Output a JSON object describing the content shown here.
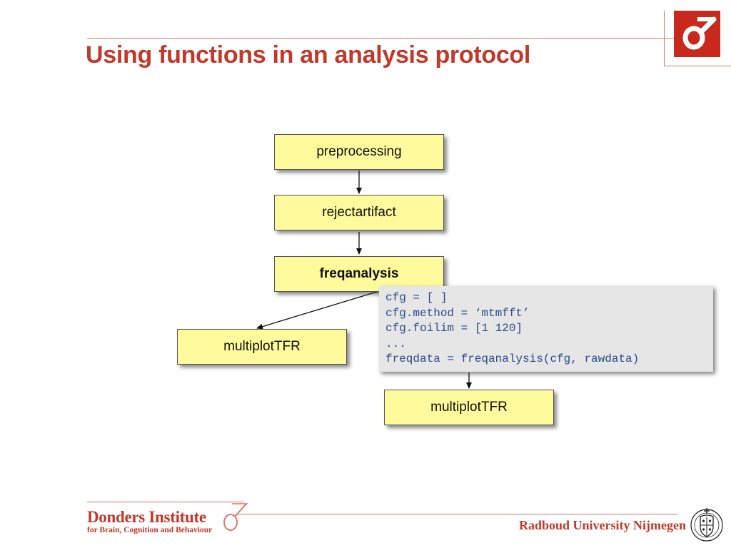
{
  "slide": {
    "title": "Using functions in an analysis protocol"
  },
  "flow": {
    "nodes": {
      "preprocessing": "preprocessing",
      "rejectartifact": "rejectartifact",
      "freqanalysis": "freqanalysis",
      "multiplot_left": "multiplotTFR",
      "multiplot_right": "multiplotTFR"
    },
    "code_lines": [
      "cfg = [ ]",
      "cfg.method = ‘mtmfft’",
      "cfg.foilim = [1 120]",
      "...",
      "freqdata = freqanalysis(cfg, rawdata)"
    ]
  },
  "footer": {
    "institute_name": "Donders Institute",
    "institute_subtitle": "for Brain, Cognition and Behaviour",
    "university": "Radboud University Nijmegen"
  },
  "colors": {
    "accent": "#c0392b",
    "node_fill": "#fffb9c",
    "code_bg": "#e6e6e6",
    "code_text": "#2a4a8a"
  },
  "icons": {
    "top_logo": "donders-logo-icon",
    "footer_mark": "donders-mark-icon",
    "university_seal": "radboud-seal-icon"
  }
}
